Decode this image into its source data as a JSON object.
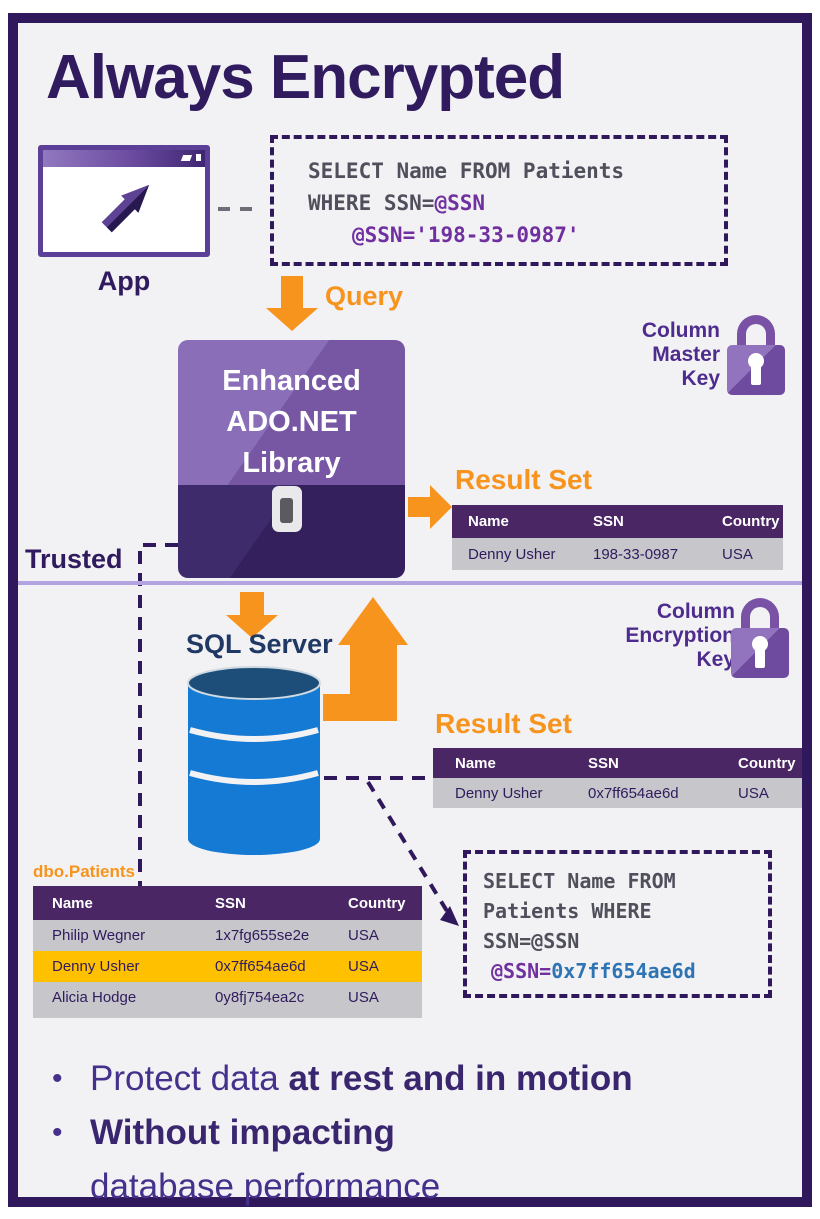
{
  "title": "Always Encrypted",
  "colors": {
    "frame_purple": "#2F195C",
    "accent_orange": "#F7941E",
    "table_header_purple": "#4A2664",
    "row_gray": "#C7C6CA",
    "highlight_yellow": "#FFC000",
    "adonet_purple": "#7B5FA9",
    "adonet_dark": "#36245F",
    "lock_purple": "#7A52A5",
    "database_blue": "#157AD3",
    "code_gray": "#50505C",
    "code_purple": "#7030A0",
    "code_blue": "#2E74B5",
    "divider_lavender": "#B3A3E0"
  },
  "app": {
    "label": "App"
  },
  "query_flow": {
    "label": "Query"
  },
  "sql_top": {
    "line1": "SELECT Name FROM Patients",
    "line2_prefix": "WHERE SSN=",
    "line2_param": "@SSN",
    "line3": "@SSN='198-33-0987'"
  },
  "adonet": {
    "line1": "Enhanced",
    "line2": "ADO.NET",
    "line3": "Library"
  },
  "column_master_key": {
    "line1": "Column",
    "line2": "Master",
    "line3": "Key"
  },
  "column_encryption_key": {
    "line1": "Column",
    "line2": "Encryption",
    "line3": "Key"
  },
  "trusted": {
    "label": "Trusted"
  },
  "sql_server": {
    "label": "SQL Server"
  },
  "result_set_top": {
    "title": "Result Set",
    "columns": [
      "Name",
      "SSN",
      "Country"
    ],
    "rows": [
      [
        "Denny Usher",
        "198-33-0987",
        "USA"
      ]
    ]
  },
  "result_set_bottom": {
    "title": "Result Set",
    "columns": [
      "Name",
      "SSN",
      "Country"
    ],
    "rows": [
      [
        "Denny Usher",
        "0x7ff654ae6d",
        "USA"
      ]
    ]
  },
  "patients_table": {
    "title": "dbo.Patients",
    "columns": [
      "Name",
      "SSN",
      "Country"
    ],
    "rows": [
      [
        "Philip Wegner",
        "1x7fg655se2e",
        "USA"
      ],
      [
        "Denny Usher",
        "0x7ff654ae6d",
        "USA"
      ],
      [
        "Alicia Hodge",
        "0y8fj754ea2c",
        "USA"
      ]
    ],
    "highlighted_row": 1
  },
  "sql_bottom": {
    "line1": "SELECT Name FROM",
    "line2": "Patients WHERE",
    "line3": "SSN=@SSN",
    "line4_param": "@SSN=",
    "line4_value": "0x7ff654ae6d"
  },
  "bullets": {
    "item1_normal": "Protect data ",
    "item1_bold": "at rest and in motion",
    "item2_bold": "Without impacting",
    "item2_continuation": "database performance"
  }
}
